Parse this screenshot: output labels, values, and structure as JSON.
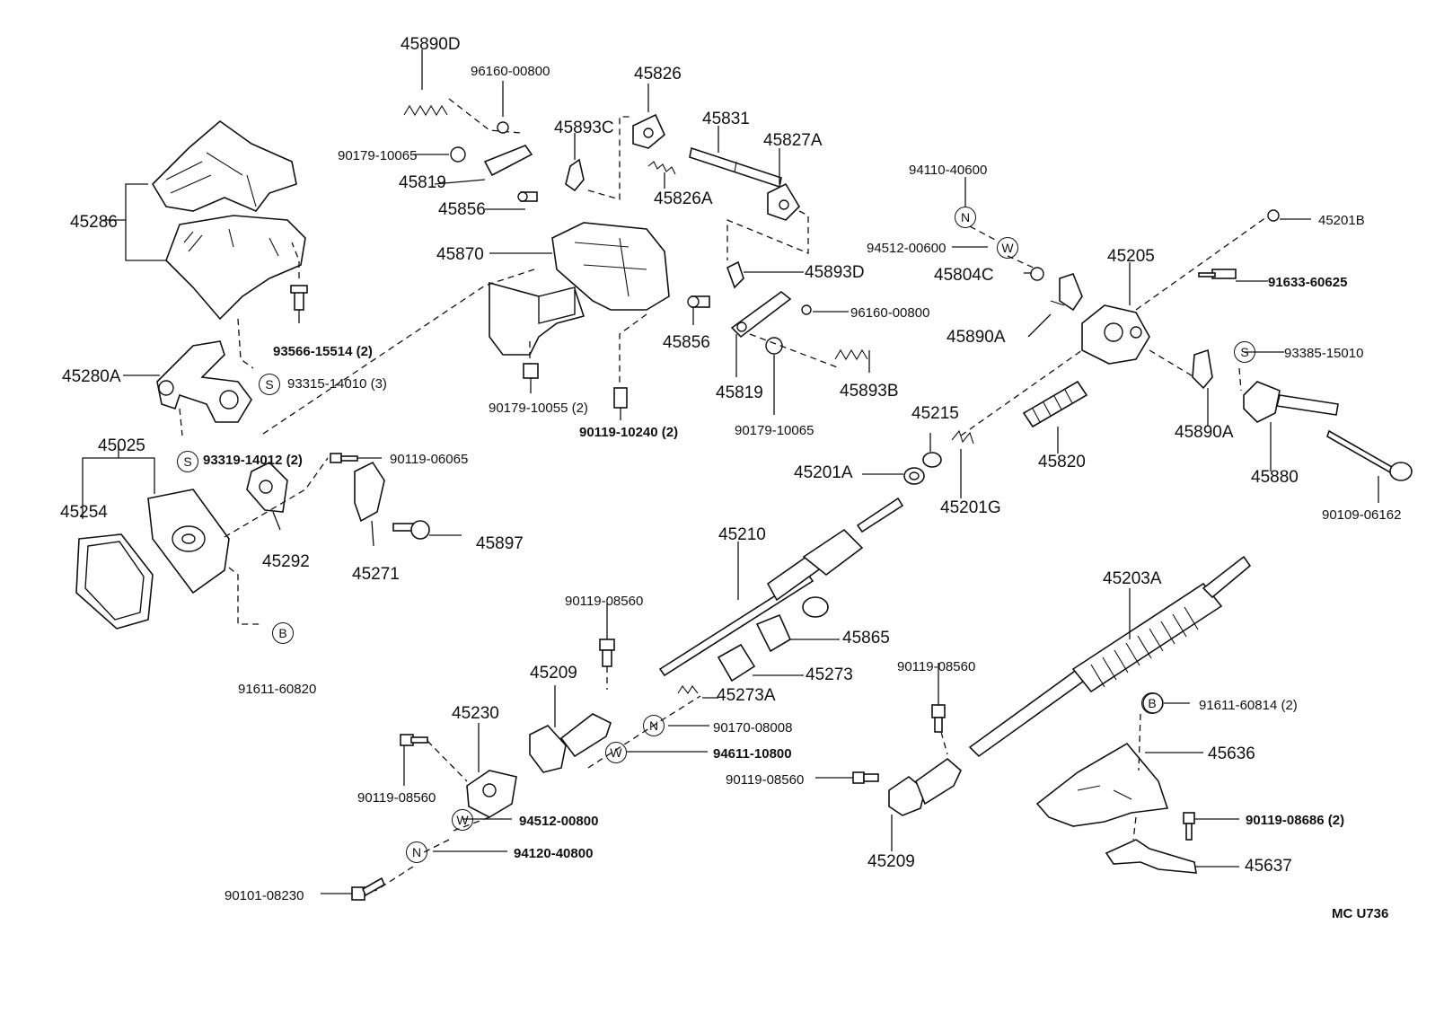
{
  "diagram_code": "MC  U736",
  "symbols": {
    "s": "S",
    "n": "N",
    "w": "W",
    "b": "B"
  },
  "parts": {
    "p45890D": "45890D",
    "p96160_00800_a": "96160-00800",
    "p45826": "45826",
    "p45831": "45831",
    "p45827A": "45827A",
    "p90179_10065_a": "90179-10065",
    "p45893C": "45893C",
    "p45819_a": "45819",
    "p45856_a": "45856",
    "p45826A": "45826A",
    "p45286": "45286",
    "p45870": "45870",
    "p94110_40600": "94110-40600",
    "p94512_00600": "94512-00600",
    "p45201B": "45201B",
    "p45893D": "45893D",
    "p45804C": "45804C",
    "p45205": "45205",
    "p91633_60625": "91633-60625",
    "p93566_15514": "93566-15514 (2)",
    "p96160_00800_b": "96160-00800",
    "p45856_b": "45856",
    "p45890A_a": "45890A",
    "p93385_15010": "93385-15010",
    "p45280A": "45280A",
    "p93315_14010": "93315-14010 (3)",
    "p45819_b": "45819",
    "p45893B": "45893B",
    "p90179_10055": "90179-10055 (2)",
    "p45215": "45215",
    "p45890A_b": "45890A",
    "p90119_10240": "90119-10240 (2)",
    "p90179_10065_b": "90179-10065",
    "p45025": "45025",
    "p93319_14012": "93319-14012 (2)",
    "p90119_06065": "90119-06065",
    "p45820": "45820",
    "p45880": "45880",
    "p45201A": "45201A",
    "p45201G": "45201G",
    "p45254": "45254",
    "p90109_06162": "90109-06162",
    "p45292": "45292",
    "p45897": "45897",
    "p45210": "45210",
    "p45271": "45271",
    "p45203A": "45203A",
    "p90119_08560_a": "90119-08560",
    "p45865": "45865",
    "p91611_60820": "91611-60820",
    "p45273": "45273",
    "p45209_a": "45209",
    "p90119_08560_b": "90119-08560",
    "p45273A": "45273A",
    "p45230": "45230",
    "p90170_08008": "90170-08008",
    "p91611_60814": "91611-60814 (2)",
    "p94611_10800": "94611-10800",
    "p45636": "45636",
    "p90119_08560_c": "90119-08560",
    "p90119_08560_d": "90119-08560",
    "p90119_08686": "90119-08686 (2)",
    "p94512_00800": "94512-00800",
    "p94120_40800": "94120-40800",
    "p45637": "45637",
    "p45209_b": "45209",
    "p90101_08230": "90101-08230"
  }
}
